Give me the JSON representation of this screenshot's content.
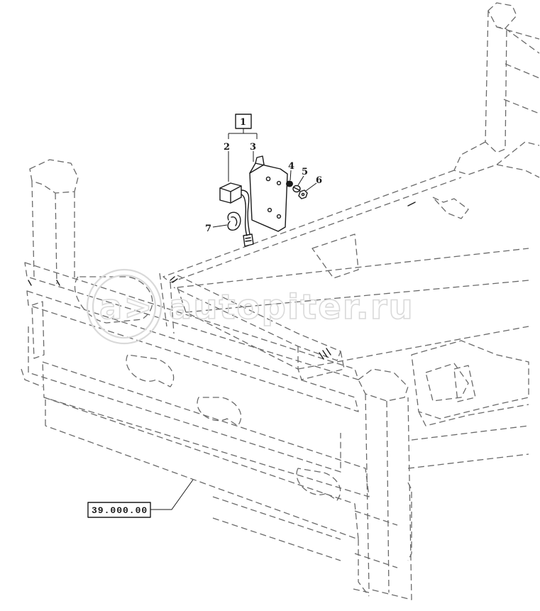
{
  "callouts": {
    "c1": "1",
    "c2": "2",
    "c3": "3",
    "c4": "4",
    "c5": "5",
    "c6": "6",
    "c7": "7"
  },
  "reference": {
    "label": "39.000.00"
  },
  "watermark": {
    "text": "autopiter.ru",
    "logo": "a>"
  },
  "colors": {
    "ink": "#1a1a1a",
    "phantom": "#6a6a6a",
    "watermark": "#d9d9d9"
  }
}
